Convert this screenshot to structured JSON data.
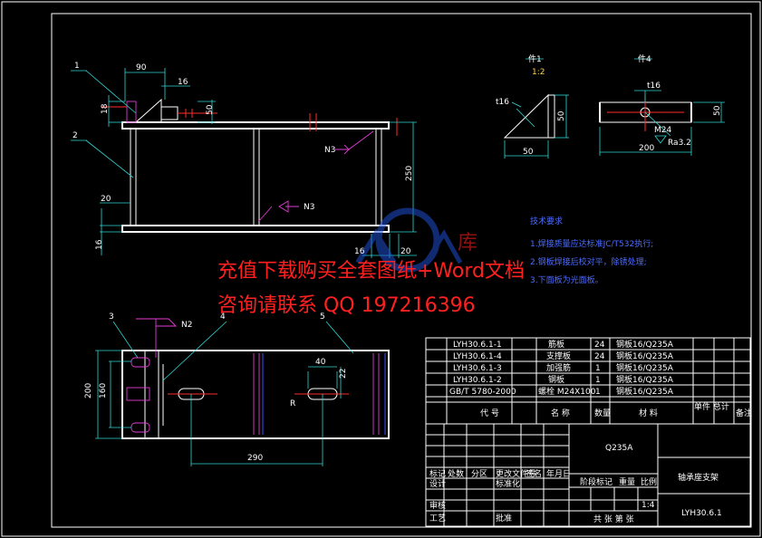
{
  "watermark": {
    "line1": "充值下载购买全套图纸+Word文档",
    "line2": "咨询请联系  QQ 197216396",
    "logo_char": "库"
  },
  "views": {
    "part1_title": "件1",
    "part1_scale": "1:2",
    "part4_title": "件4"
  },
  "balloons": [
    "1",
    "2",
    "3",
    "4",
    "5"
  ],
  "dimensions": {
    "top_90": "90",
    "top_16": "16",
    "left_18": "18",
    "mid_50": "50",
    "height_250": "250",
    "left_20": "20",
    "bot_16": "16",
    "right_16": "16",
    "right_20": "20",
    "plan_200": "200",
    "plan_160": "160",
    "plan_290": "290",
    "slot_40": "40",
    "slot_22": "22",
    "slot_R": "R",
    "p1_t16": "t16",
    "p1_50v": "50",
    "p1_50h": "50",
    "p4_t16": "t16",
    "p4_50": "50",
    "p4_200": "200",
    "p4_m24": "M24",
    "p4_ra": "Ra3.2",
    "weld_n3a": "N3",
    "weld_n3b": "N3",
    "weld_n2": "N2"
  },
  "tech_requirements": {
    "title": "技术要求",
    "items": [
      "1.焊接质量应达标准JC/T532执行;",
      "2.钢板焊接后校对平，除锈处理;",
      "3.下面板为光面板。"
    ]
  },
  "bom": {
    "rows": [
      {
        "code": "LYH30.6.1-1",
        "name": "筋板",
        "qty": "24",
        "material": "钢板16/Q235A"
      },
      {
        "code": "LYH30.6.1-4",
        "name": "支撑板",
        "qty": "24",
        "material": "钢板16/Q235A"
      },
      {
        "code": "LYH30.6.1-3",
        "name": "加强筋",
        "qty": "1",
        "material": "钢板16/Q235A"
      },
      {
        "code": "LYH30.6.1-2",
        "name": "钢板",
        "qty": "1",
        "material": "钢板16/Q235A"
      },
      {
        "code": "GB/T 5780-2000",
        "name": "螺栓 M24X100",
        "qty": "1",
        "material": "钢板16/Q235A"
      }
    ],
    "headers": {
      "code": "代 号",
      "name": "名 称",
      "qty": "数量",
      "material": "材 料",
      "weight": "单件 总计",
      "note": "备注"
    }
  },
  "title_block": {
    "material": "Q235A",
    "drawing_name": "轴承座支架",
    "drawing_no": "LYH30.6.1",
    "sheet_info": "共  张  第  张",
    "scale_label": "1:4",
    "labels": [
      "标记",
      "处数",
      "分区",
      "更改文件号",
      "签名",
      "年月日",
      "设计",
      "标准化",
      "阶段标记",
      "重量",
      "比例",
      "审核",
      "工艺",
      "批准"
    ]
  }
}
